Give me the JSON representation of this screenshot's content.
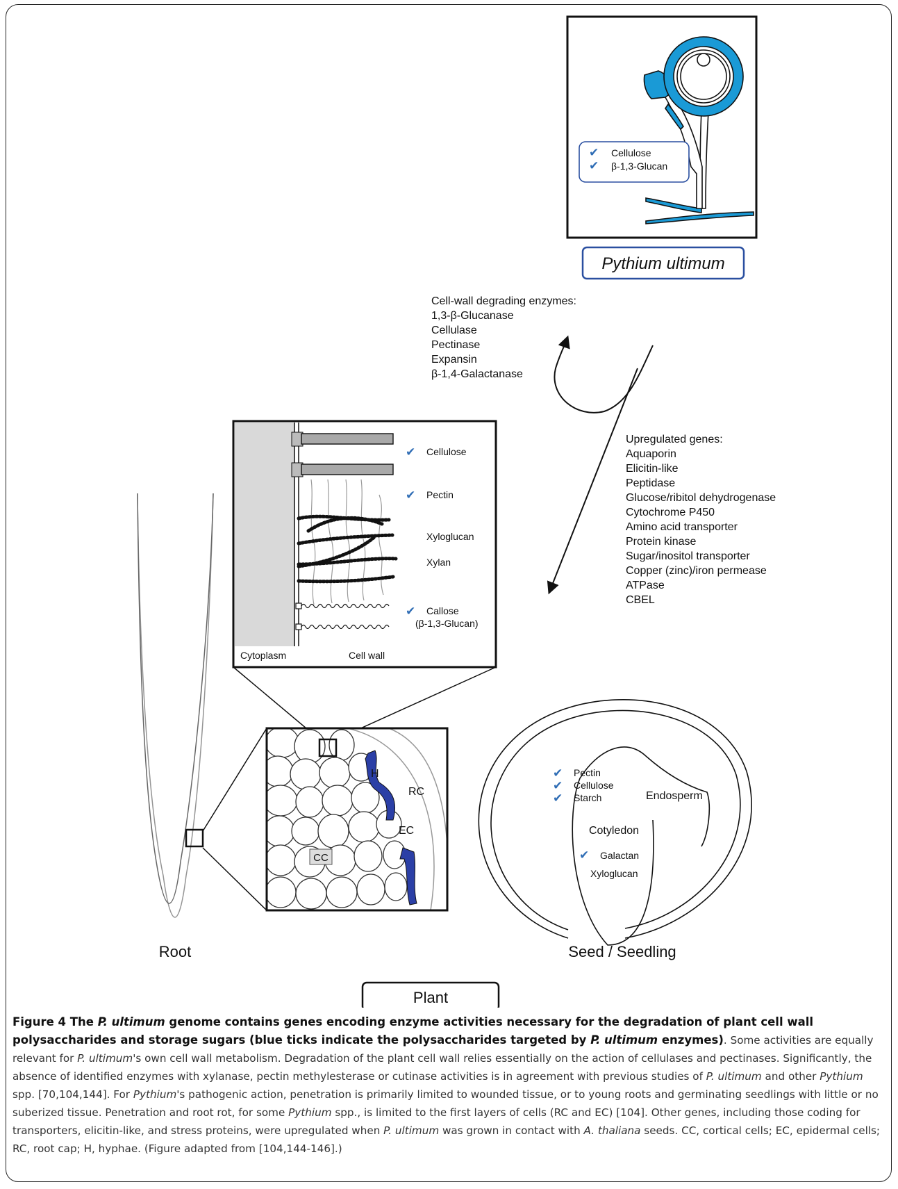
{
  "pythium": {
    "title": "Pythium ultimum",
    "wall_items": [
      "Cellulose",
      "β-1,3-Glucan"
    ],
    "tick_color": "#2f6db5",
    "hypha_color": "#1a9ad6"
  },
  "enzymes": {
    "heading": "Cell-wall degrading enzymes:",
    "items": [
      "1,3-β-Glucanase",
      "Cellulase",
      "Pectinase",
      "Expansin",
      "β-1,4-Galactanase"
    ]
  },
  "genes": {
    "heading": "Upregulated  genes:",
    "items": [
      "Aquaporin",
      "Elicitin-like",
      "Peptidase",
      "Glucose/ribitol dehydrogenase",
      "Cytochrome P450",
      "Amino acid transporter",
      "Protein kinase",
      "Sugar/inositol transporter",
      "Copper (zinc)/iron permease",
      "ATPase",
      "CBEL"
    ]
  },
  "cell_wall": {
    "cellulose": "Cellulose",
    "pectin": "Pectin",
    "xyloglucan": "Xyloglucan",
    "xylan": "Xylan",
    "callose": "Callose",
    "callose_sub": "(β-1,3-Glucan)",
    "cytoplasm": "Cytoplasm",
    "cell_wall": "Cell wall"
  },
  "root_section": {
    "hyphae": "H",
    "root_cap": "RC",
    "epidermal": "EC",
    "cortical": "CC",
    "hyphae_color": "#2b3fa6"
  },
  "root_label": "Root",
  "seed": {
    "label": "Seed / Seedling",
    "endosperm_items": [
      "Pectin",
      "Cellulose",
      "Starch"
    ],
    "endosperm": "Endosperm",
    "cotyledon": "Cotyledon",
    "cotyledon_items": [
      "Galactan",
      "Xyloglucan"
    ]
  },
  "plant_label": "Plant",
  "caption": {
    "figure_label": "Figure 4",
    "title_1": "The ",
    "title_species": "P. ultimum",
    "title_2": " genome contains genes encoding enzyme activities necessary for the degradation of plant cell wall polysaccharides and storage sugars (blue ticks indicate the polysaccharides targeted by ",
    "title_species_2": "P. ultimum",
    "title_3": " enzymes)",
    "body_1": ". Some activities are equally relevant for ",
    "body_sp1": "P. ultimum",
    "body_2": "'s own cell wall metabolism. Degradation of the plant cell wall relies essentially on the action of cellulases and pectinases. Significantly, the absence of identified enzymes with xylanase, pectin methylesterase or cutinase activities is in agreement with previous studies of ",
    "body_sp2": "P. ultimum",
    "body_3": " and other ",
    "body_sp3": "Pythium",
    "body_4": " spp. [70,104,144]. For ",
    "body_sp4": "Pythium",
    "body_5": "'s pathogenic action, penetration is primarily limited to wounded tissue, or to young roots and germinating seedlings with little or no suberized tissue. Penetration and root rot, for some ",
    "body_sp5": "Pythium",
    "body_6": " spp., is limited to the first layers of cells (RC and EC) [104]. Other genes, including those coding for transporters, elicitin-like, and stress proteins, were upregulated when ",
    "body_sp6": "P. ultimum",
    "body_7": " was grown in contact with ",
    "body_sp7": "A. thaliana",
    "body_8": " seeds. CC, cortical cells; EC, epidermal cells; RC, root cap; H, hyphae. (Figure adapted from [104,144-146].)"
  }
}
